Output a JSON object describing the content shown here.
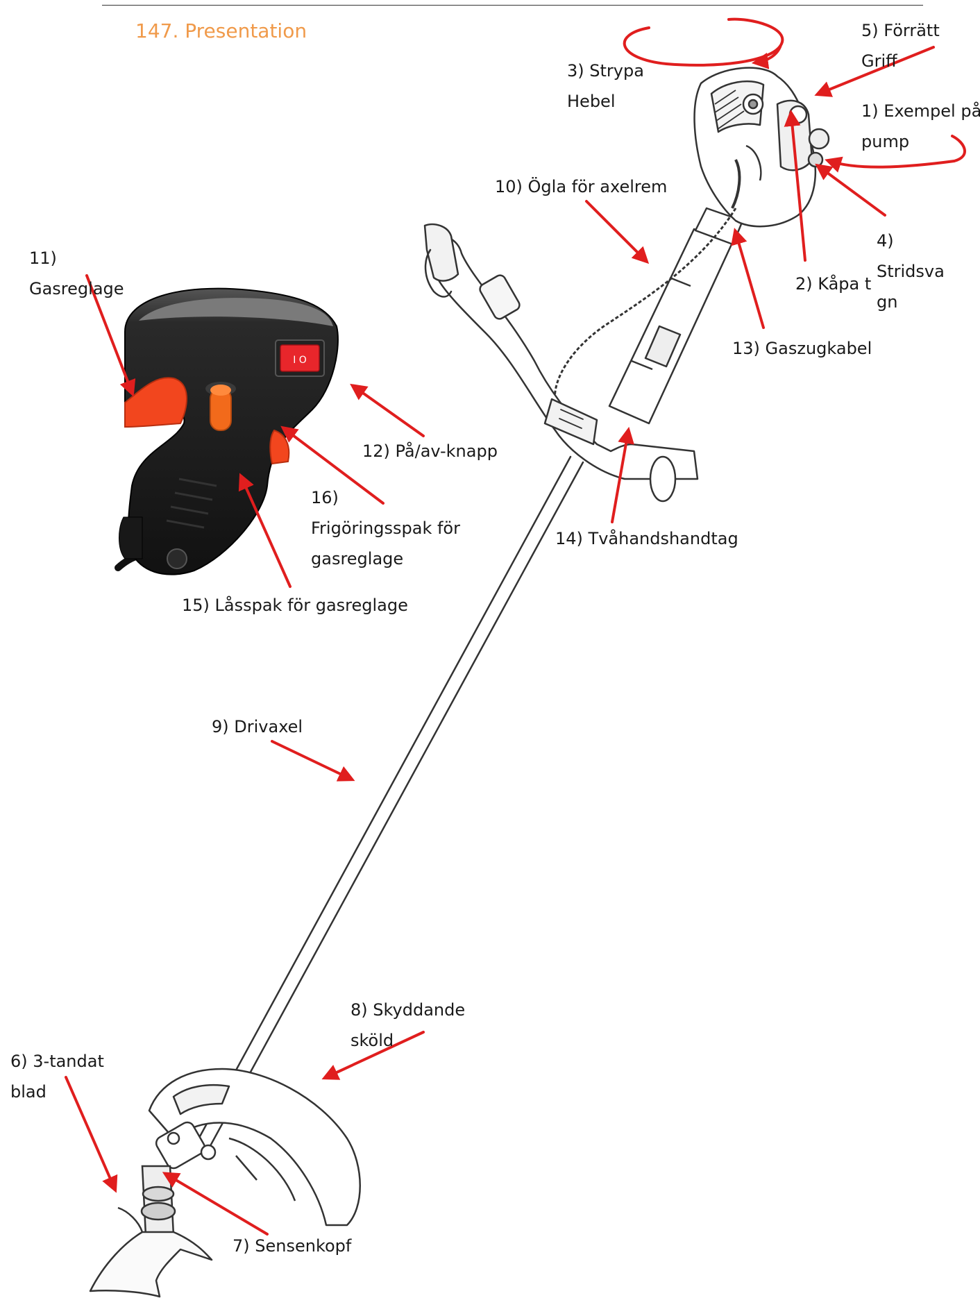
{
  "page": {
    "section_title": "147. Presentation"
  },
  "colors": {
    "title_accent": "#f09a4a",
    "arrow": "#e01e1e",
    "body_black": "#1b1b1b",
    "trigger_orange": "#f2461e",
    "switch_red": "#e8262b",
    "button_orange": "#f26a1b",
    "line_art": "#333333"
  },
  "labels": {
    "l1": [
      "1) Exempel på",
      "pump"
    ],
    "l2": [
      "2) Kåpa t"
    ],
    "l3": [
      "3) Strypa",
      "Hebel"
    ],
    "l4": [
      "4)",
      "Stridsva",
      "gn"
    ],
    "l5": [
      "5) Förrätt",
      "Griff"
    ],
    "l6": [
      "6) 3-tandat",
      "blad"
    ],
    "l7": [
      "7) Sensenkopf"
    ],
    "l8": [
      "8) Skyddande",
      "sköld"
    ],
    "l9": [
      "9) Drivaxel"
    ],
    "l10": [
      "10) Ögla för axelrem"
    ],
    "l11": [
      "11)",
      "Gasreglage"
    ],
    "l12": [
      "12) På/av-knapp"
    ],
    "l13": [
      "13) Gaszugkabel"
    ],
    "l14": [
      "14) Tvåhandshandtag"
    ],
    "l15": [
      "15) Låsspak för gasreglage"
    ],
    "l16": [
      "16)",
      "Frigöringsspak för",
      "gasreglage"
    ]
  },
  "switch_glyphs": "I  O"
}
